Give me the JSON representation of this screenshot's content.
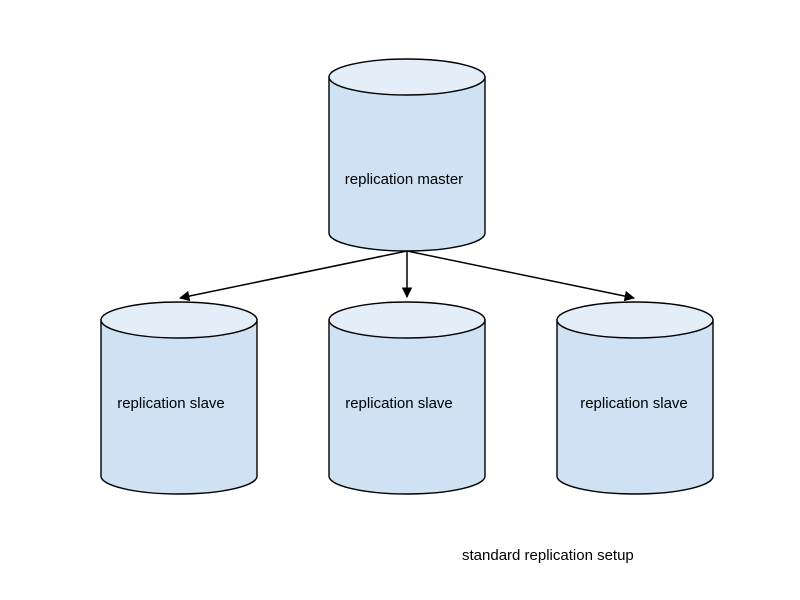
{
  "colors": {
    "cylinder_fill": "#cfe2f3",
    "cylinder_top": "#e3eef9",
    "stroke": "#000000"
  },
  "master": {
    "label": "replication master",
    "icon": "database-cylinder-icon"
  },
  "slaves": [
    {
      "label": "replication slave",
      "icon": "database-cylinder-icon"
    },
    {
      "label": "replication slave",
      "icon": "database-cylinder-icon"
    },
    {
      "label": "replication slave",
      "icon": "database-cylinder-icon"
    }
  ],
  "connections": [
    {
      "from": "master",
      "to": "slave-1"
    },
    {
      "from": "master",
      "to": "slave-2"
    },
    {
      "from": "master",
      "to": "slave-3"
    }
  ],
  "caption": "standard replication setup"
}
